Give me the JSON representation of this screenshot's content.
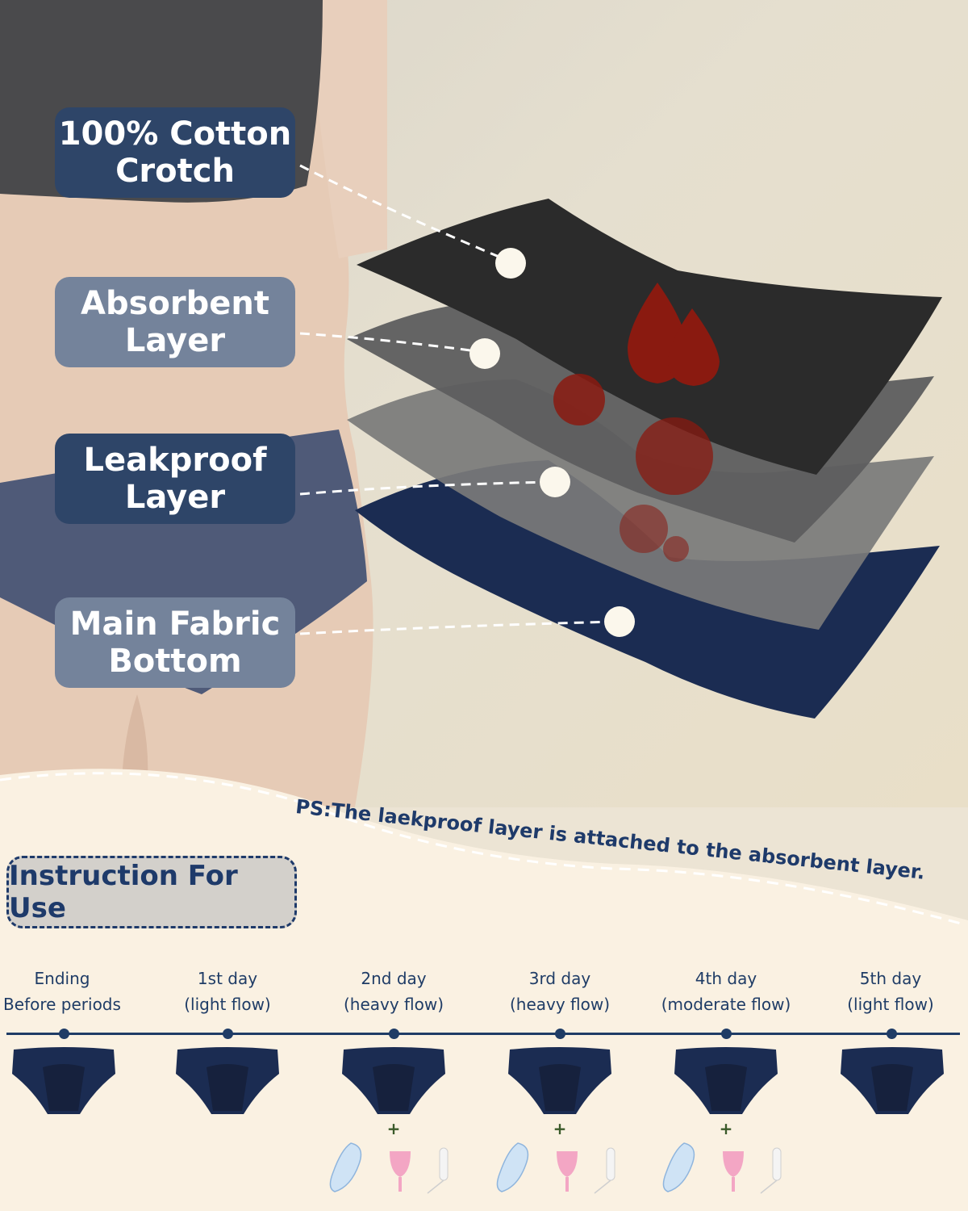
{
  "callouts": [
    {
      "line1": "100% Cotton",
      "line2": "Crotch"
    },
    {
      "line1": "Absorbent",
      "line2": "Layer"
    },
    {
      "line1": "Leakproof",
      "line2": "Layer"
    },
    {
      "line1": "Main Fabric",
      "line2": "Bottom"
    }
  ],
  "ps_note": "PS:The laekproof layer is attached to the absorbent layer.",
  "instruction_title": "Instruction For Use",
  "days": [
    {
      "line1": "Ending",
      "line2": "Before periods"
    },
    {
      "line1": "1st day",
      "line2": "(light flow)"
    },
    {
      "line1": "2nd day",
      "line2": "(heavy flow)"
    },
    {
      "line1": "3rd day",
      "line2": "(heavy flow)"
    },
    {
      "line1": "4th day",
      "line2": "(moderate flow)"
    },
    {
      "line1": "5th day",
      "line2": "(light flow)"
    }
  ],
  "plus_sign": "+",
  "colors": {
    "navy": "#1f3c66",
    "callout_dark": "#2e4568",
    "callout_light": "#74839b",
    "layer_black": "#2b2b2b",
    "layer_gray": "#6b6b6b",
    "layer_navy": "#1b2c52",
    "blood": "#8a1a10"
  }
}
